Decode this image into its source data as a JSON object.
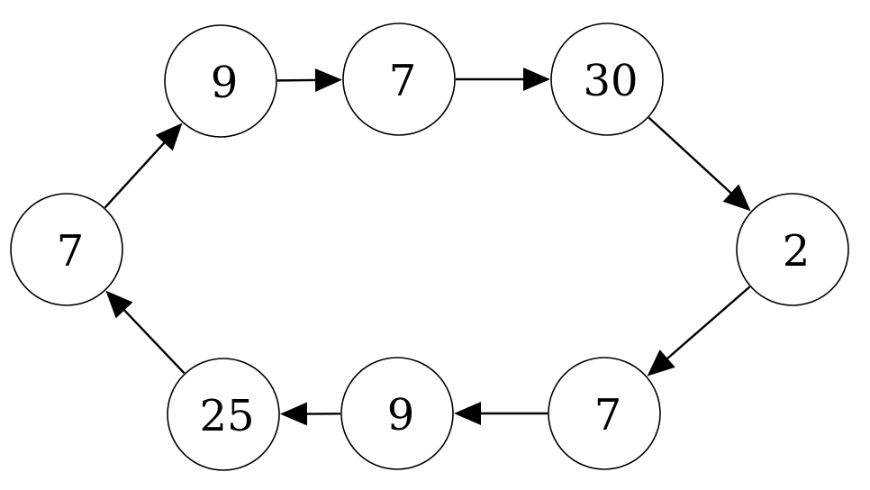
{
  "diagram": {
    "type": "cycle",
    "colors": {
      "stroke": "#000000",
      "fill": "#ffffff",
      "text": "#000000"
    },
    "nodes": [
      {
        "id": "n1",
        "label": "9"
      },
      {
        "id": "n2",
        "label": "7"
      },
      {
        "id": "n3",
        "label": "30"
      },
      {
        "id": "n4",
        "label": "2"
      },
      {
        "id": "n5",
        "label": "7"
      },
      {
        "id": "n6",
        "label": "9"
      },
      {
        "id": "n7",
        "label": "25"
      },
      {
        "id": "n8",
        "label": "7"
      }
    ],
    "edges": [
      {
        "from": "n1",
        "to": "n2"
      },
      {
        "from": "n2",
        "to": "n3"
      },
      {
        "from": "n3",
        "to": "n4"
      },
      {
        "from": "n4",
        "to": "n5"
      },
      {
        "from": "n5",
        "to": "n6"
      },
      {
        "from": "n6",
        "to": "n7"
      },
      {
        "from": "n7",
        "to": "n8"
      },
      {
        "from": "n8",
        "to": "n1"
      }
    ]
  }
}
